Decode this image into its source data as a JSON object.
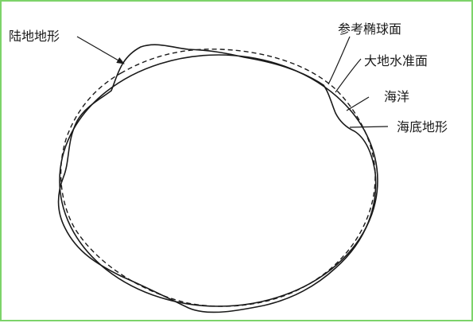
{
  "labels": {
    "land": "陆地地形",
    "reference_ellipsoid": "参考椭球面",
    "geoid": "大地水准面",
    "ocean": "海洋",
    "seafloor": "海底地形"
  }
}
